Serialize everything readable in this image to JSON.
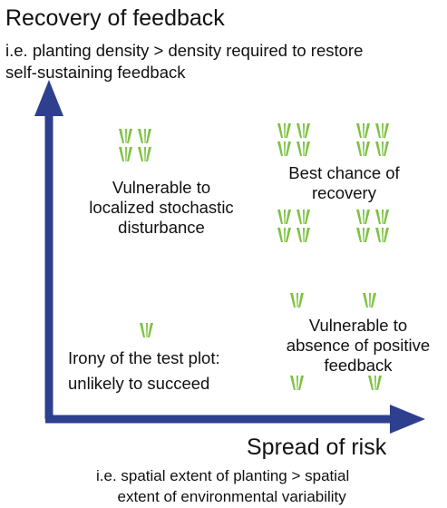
{
  "axes": {
    "y_title": "Recovery of feedback",
    "y_subtitle_line1": "i.e. planting density > density required to restore",
    "y_subtitle_line2": "self-sustaining feedback",
    "x_title": "Spread of risk",
    "x_subtitle_line1": "i.e. spatial extent of planting > spatial",
    "x_subtitle_line2": "extent of environmental variability",
    "color": "#2e3f8f"
  },
  "quadrants": {
    "top_left": {
      "line1": "Vulnerable to",
      "line2": "localized stochastic",
      "line3": "disturbance"
    },
    "top_right": {
      "line1": "Best chance of",
      "line2": "recovery"
    },
    "bottom_left": {
      "line1": "Irony of the test plot:",
      "line2": "unlikely to succeed"
    },
    "bottom_right": {
      "line1": "Vulnerable to",
      "line2": "absence of positive",
      "line3": "feedback"
    }
  },
  "plant_icon": {
    "name": "seagrass-plant-icon",
    "color": "#7dc242"
  }
}
